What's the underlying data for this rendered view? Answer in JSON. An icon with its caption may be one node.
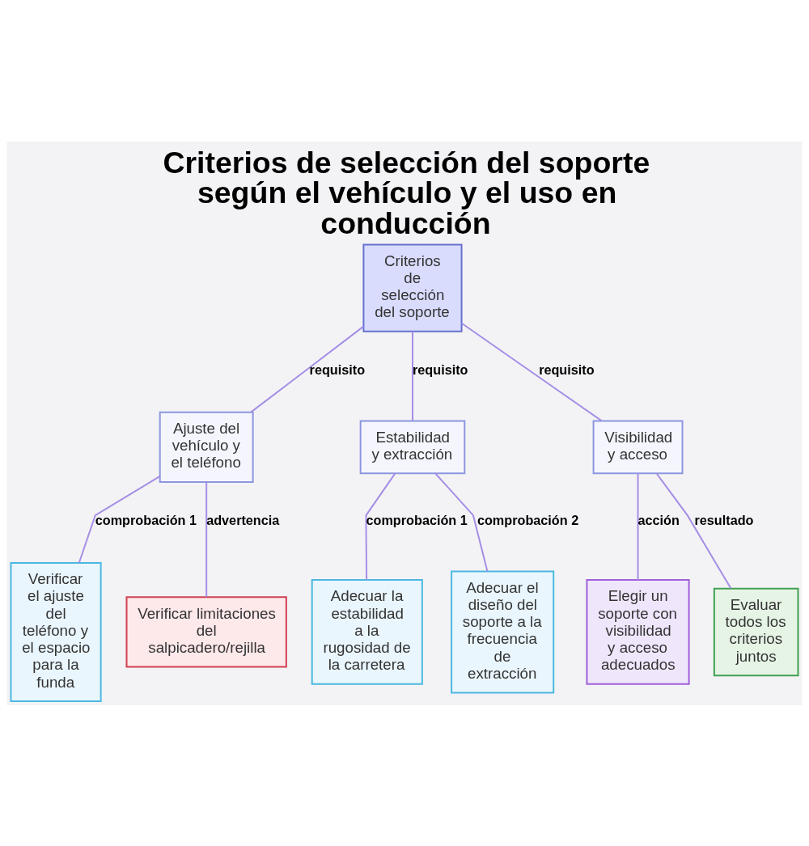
{
  "diagram": {
    "title": "Criterios de selección del soporte según el vehículo y el uso en conducción",
    "nodes": [
      {
        "text": [
          "Criterios de selección del soporte"
        ]
      },
      {
        "text": [
          "Ajuste del vehículo y el teléfono"
        ]
      },
      {
        "text": [
          "Estabilidad y extracción"
        ]
      },
      {
        "text": [
          "Visibilidad y acceso"
        ]
      },
      {
        "text": [
          "Verificar el ajuste del teléfono y el espacio para la funda"
        ]
      },
      {
        "text": [
          "Verificar limitaciones del salpicadero/rejilla"
        ]
      },
      {
        "text": [
          "Adecuar la estabilidad a la rugosidad de la carretera"
        ]
      },
      {
        "text": [
          "Adecuar el diseño del soporte a la frecuencia de extracción"
        ]
      },
      {
        "text": [
          "Elegir un soporte con visibilidad y acceso adecuados"
        ]
      },
      {
        "text": [
          "Evaluar todos los criterios juntos"
        ]
      }
    ],
    "edges": [
      {
        "from": 0,
        "to": 1,
        "arrow": "none",
        "label": "requisito"
      },
      {
        "from": 0,
        "to": 2,
        "arrow": "none",
        "label": "requisito"
      },
      {
        "from": 0,
        "to": 3,
        "arrow": "none",
        "label": "requisito"
      },
      {
        "from": 1,
        "to": 4,
        "arrow": "none",
        "label": "comprobación 1"
      },
      {
        "from": 1,
        "to": 5,
        "arrow": "none",
        "label": "advertencia"
      },
      {
        "from": 2,
        "to": 6,
        "arrow": "none",
        "label": "comprobación 1"
      },
      {
        "from": 2,
        "to": 7,
        "arrow": "none",
        "label": "comprobación 2"
      },
      {
        "from": 3,
        "to": 8,
        "arrow": "none",
        "label": "acción"
      },
      {
        "from": 3,
        "to": 9,
        "arrow": "none",
        "label": "resultado"
      }
    ]
  }
}
